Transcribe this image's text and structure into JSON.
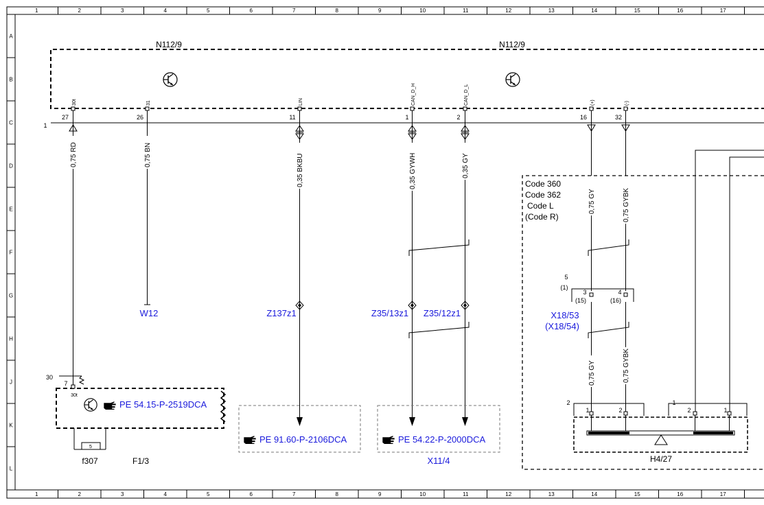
{
  "grid": {
    "columns": [
      "1",
      "2",
      "3",
      "4",
      "5",
      "6",
      "7",
      "8",
      "9",
      "10",
      "11",
      "12",
      "13",
      "14",
      "15",
      "16",
      "17"
    ],
    "rows": [
      "A",
      "B",
      "C",
      "D",
      "E",
      "F",
      "G",
      "H",
      "J",
      "K",
      "L"
    ]
  },
  "components": {
    "n112_left": "N112/9",
    "n112_right": "N112/9",
    "connector_1": "1",
    "w12": "W12",
    "z137": "Z137z1",
    "z35_13": "Z35/13z1",
    "z35_12": "Z35/12z1",
    "x18_53": "X18/53",
    "x18_54": "(X18/54)",
    "x11_4": "X11/4",
    "h4_27": "H4/27",
    "f307": "f307",
    "f1_3": "F1/3",
    "fuse_num": "5",
    "k30": "30",
    "k30t": "30t",
    "pin7": "7",
    "x18_pin": "5",
    "x18_pin_alt": "(1)",
    "h4_conn2": "2",
    "h4_conn1": "1"
  },
  "pins": [
    {
      "num": "27",
      "name": "30t"
    },
    {
      "num": "26",
      "name": "31"
    },
    {
      "num": "11",
      "name": "LIN"
    },
    {
      "num": "1",
      "name": "CAN_D_H"
    },
    {
      "num": "2",
      "name": "CAN_D_L"
    },
    {
      "num": "16",
      "name": "(+)"
    },
    {
      "num": "32",
      "name": "(-)"
    }
  ],
  "wires": {
    "w1": "0,75 RD",
    "w2": "0,75 BN",
    "w3": "0,35 BKBU",
    "w4": "0,35 GYWH",
    "w5": "0,35 GY",
    "w6": "0,75 GY",
    "w7": "0,75 GYBK",
    "w8": "0,75 GY",
    "w9": "0,75 GYBK"
  },
  "x18_pins": {
    "p3": "3",
    "p3alt": "(15)",
    "p4": "4",
    "p4alt": "(16)"
  },
  "h4_pins": {
    "a1": "1",
    "a2": "2",
    "b2": "2",
    "b1": "1"
  },
  "codes": [
    "Code 360",
    "Code 362",
    "Code L",
    "(Code R)"
  ],
  "refs": {
    "pe54_15": "PE 54.15-P-2519DCA",
    "pe91_60": "PE 91.60-P-2106DCA",
    "pe54_22": "PE 54.22-P-2000DCA"
  },
  "colors": {
    "line": "#000000",
    "link": "#1a1adc",
    "box_gray": "#777777"
  },
  "icons": [
    "transistor-icon",
    "pointing-hand-icon",
    "ground-triangle-icon"
  ]
}
